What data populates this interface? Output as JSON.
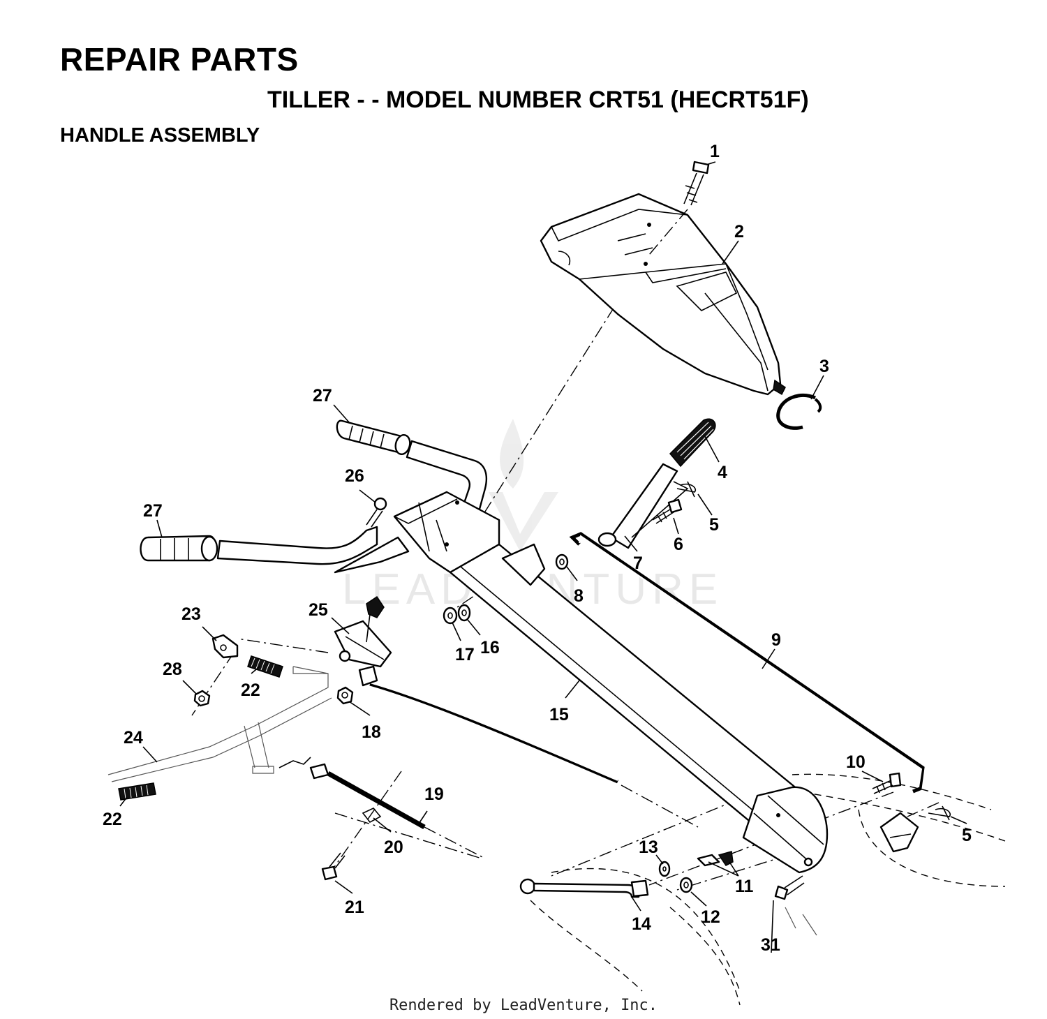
{
  "header": {
    "title": "REPAIR PARTS",
    "subtitle": "TILLER - - MODEL NUMBER CRT51 (HECRT51F)",
    "section": "HANDLE ASSEMBLY"
  },
  "watermark": "LEADVENTURE",
  "footer": "Rendered by LeadVenture, Inc.",
  "callouts": [
    {
      "id": "c1",
      "label": "1"
    },
    {
      "id": "c2",
      "label": "2"
    },
    {
      "id": "c3",
      "label": "3"
    },
    {
      "id": "c4",
      "label": "4"
    },
    {
      "id": "c5a",
      "label": "5"
    },
    {
      "id": "c5b",
      "label": "5"
    },
    {
      "id": "c6",
      "label": "6"
    },
    {
      "id": "c7",
      "label": "7"
    },
    {
      "id": "c8",
      "label": "8"
    },
    {
      "id": "c9",
      "label": "9"
    },
    {
      "id": "c10",
      "label": "10"
    },
    {
      "id": "c11",
      "label": "11"
    },
    {
      "id": "c12",
      "label": "12"
    },
    {
      "id": "c13",
      "label": "13"
    },
    {
      "id": "c14",
      "label": "14"
    },
    {
      "id": "c15",
      "label": "15"
    },
    {
      "id": "c16",
      "label": "16"
    },
    {
      "id": "c17",
      "label": "17"
    },
    {
      "id": "c18",
      "label": "18"
    },
    {
      "id": "c19",
      "label": "19"
    },
    {
      "id": "c20",
      "label": "20"
    },
    {
      "id": "c21",
      "label": "21"
    },
    {
      "id": "c22a",
      "label": "22"
    },
    {
      "id": "c22b",
      "label": "22"
    },
    {
      "id": "c23",
      "label": "23"
    },
    {
      "id": "c24",
      "label": "24"
    },
    {
      "id": "c25",
      "label": "25"
    },
    {
      "id": "c26",
      "label": "26"
    },
    {
      "id": "c27a",
      "label": "27"
    },
    {
      "id": "c27b",
      "label": "27"
    },
    {
      "id": "c28",
      "label": "28"
    },
    {
      "id": "c31",
      "label": "31"
    }
  ]
}
